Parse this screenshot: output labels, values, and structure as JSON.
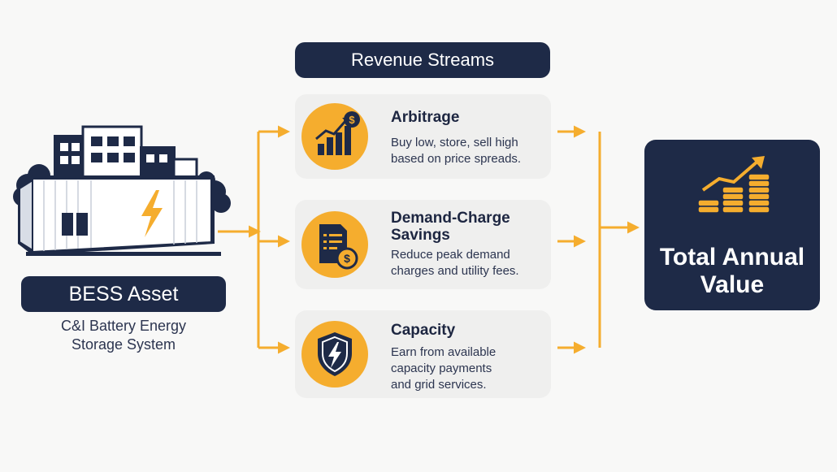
{
  "asset": {
    "title": "BESS Asset",
    "description_lines": [
      "C&I Battery Energy",
      "Storage System"
    ]
  },
  "streams": {
    "header": "Revenue Streams",
    "items": [
      {
        "title_lines": [
          "Arbitrage"
        ],
        "icon": "bar-chart-dollar-icon",
        "description_lines": [
          "Buy low, store, sell high",
          "based on price spreads."
        ]
      },
      {
        "title_lines": [
          "Demand-Charge",
          "Savings"
        ],
        "icon": "invoice-dollar-icon",
        "description_lines": [
          "Reduce peak demand",
          "charges and utility fees."
        ]
      },
      {
        "title_lines": [
          "Capacity"
        ],
        "icon": "shield-bolt-icon",
        "description_lines": [
          "Earn from available",
          "capacity payments",
          "and grid services."
        ]
      }
    ]
  },
  "total": {
    "label_lines": [
      "Total Annual",
      "Value"
    ],
    "icon": "coins-growth-icon"
  },
  "colors": {
    "navy": "#1e2a47",
    "accent": "#f5ad2e",
    "card_bg": "#efefee",
    "background": "#f8f8f7"
  }
}
